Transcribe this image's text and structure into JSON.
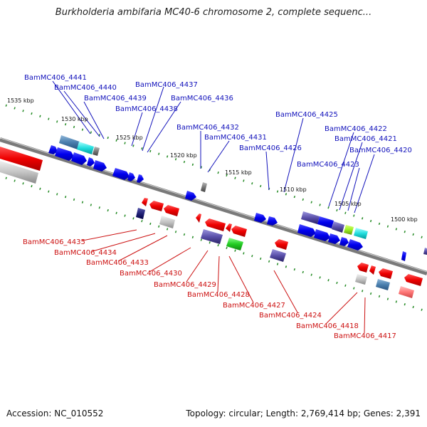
{
  "title": "Burkholderia ambifaria MC40-6 chromosome 2, complete sequenc...",
  "footer": {
    "accession": "Accession: NC_010552",
    "summary": "Topology: circular; Length: 2,769,414 bp; Genes: 2,391"
  },
  "colors": {
    "upper_label": "#1111bb",
    "lower_label": "#cc1111",
    "backbone": "#7a7a7a",
    "tick": "#238a23"
  },
  "scale_labels": [
    "1535 kbp",
    "1530 kbp",
    "1525 kbp",
    "1520 kbp",
    "1515 kbp",
    "1510 kbp",
    "1505 kbp",
    "1500 kbp"
  ],
  "upper_genes": [
    "BamMC406_4441",
    "BamMC406_4440",
    "BamMC406_4439",
    "BamMC406_4437",
    "BamMC406_4438",
    "BamMC406_4436",
    "BamMC406_4432",
    "BamMC406_4431",
    "BamMC406_4426",
    "BamMC406_4425",
    "BamMC406_4422",
    "BamMC406_4421",
    "BamMC406_4420",
    "BamMC406_4423"
  ],
  "lower_genes": [
    "BamMC406_4435",
    "BamMC406_4434",
    "BamMC406_4433",
    "BamMC406_4430",
    "BamMC406_4429",
    "BamMC406_4428",
    "BamMC406_4427",
    "BamMC406_4424",
    "BamMC406_4418",
    "BamMC406_4417"
  ]
}
